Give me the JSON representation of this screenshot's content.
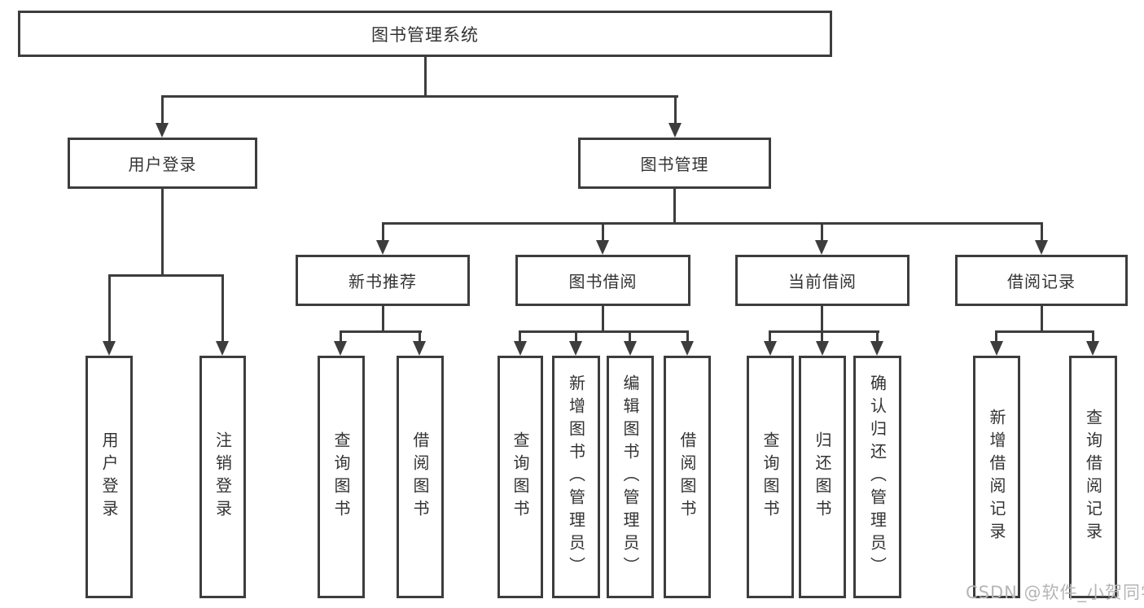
{
  "diagram": {
    "root": {
      "label": "图书管理系统"
    },
    "level2": [
      {
        "label": "用户登录"
      },
      {
        "label": "图书管理"
      }
    ],
    "level3": [
      {
        "label": "新书推荐"
      },
      {
        "label": "图书借阅"
      },
      {
        "label": "当前借阅"
      },
      {
        "label": "借阅记录"
      }
    ],
    "leaves": {
      "user_login": [
        {
          "label": "用户登录"
        },
        {
          "label": "注销登录"
        }
      ],
      "new_book_recommend": [
        {
          "label": "查询图书"
        },
        {
          "label": "借阅图书"
        }
      ],
      "book_borrowing": [
        {
          "label": "查询图书"
        },
        {
          "label": "新增图书（管理员）"
        },
        {
          "label": "编辑图书（管理员）"
        },
        {
          "label": "借阅图书"
        }
      ],
      "current_borrowing": [
        {
          "label": "查询图书"
        },
        {
          "label": "归还图书"
        },
        {
          "label": "确认归还（管理员）"
        }
      ],
      "borrowing_records": [
        {
          "label": "新增借阅记录"
        },
        {
          "label": "查询借阅记录"
        }
      ]
    }
  },
  "watermark": {
    "text": "CSDN @软件_小贺同学"
  },
  "colors": {
    "line": "#3d3d3d",
    "text": "#333333",
    "watermark": "#b5b5b5",
    "background": "#ffffff"
  }
}
